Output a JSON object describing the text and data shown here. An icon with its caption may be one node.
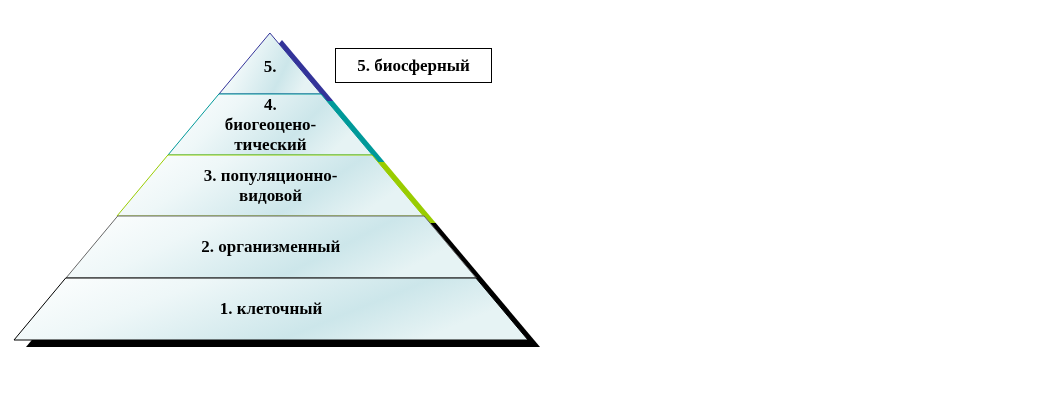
{
  "diagram": {
    "nodes": [
      {
        "text": [
          "5."
        ]
      },
      {
        "text": [
          "5. биосферный"
        ]
      },
      {
        "text": [
          "4. биогеоцено- тический"
        ]
      },
      {
        "text": [
          "3. популяционно- видовой"
        ]
      },
      {
        "text": [
          "2. организменный"
        ]
      },
      {
        "text": [
          "1. клеточный"
        ]
      }
    ]
  }
}
